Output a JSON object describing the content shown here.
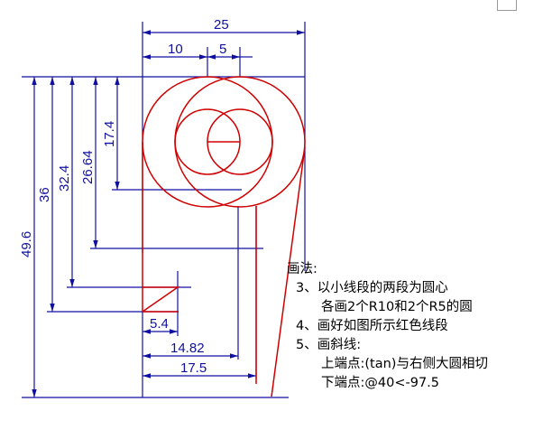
{
  "drawing": {
    "colors": {
      "dimension": "#1010a0",
      "geometry": "#d00000",
      "text": "#000000"
    },
    "dimensions": {
      "top_width": "25",
      "upper_left": "10",
      "upper_mid": "5",
      "left_total": "49.6",
      "left_36": "36",
      "left_32_4": "32.4",
      "left_26_64": "26.64",
      "left_17_4": "17.4",
      "bottom_5_4": "5.4",
      "bottom_14_82": "14.82",
      "bottom_17_5": "17.5"
    }
  },
  "notes": {
    "title": "画法:",
    "line1": "3、以小线段的两段为圆心",
    "line2": "各画2个R10和2个R5的圆",
    "line3": "4、画好如图所示红色线段",
    "line4": "5、画斜线:",
    "line5": "上端点:(tan)与右侧大圆相切",
    "line6": "下端点:@40<-97.5"
  }
}
